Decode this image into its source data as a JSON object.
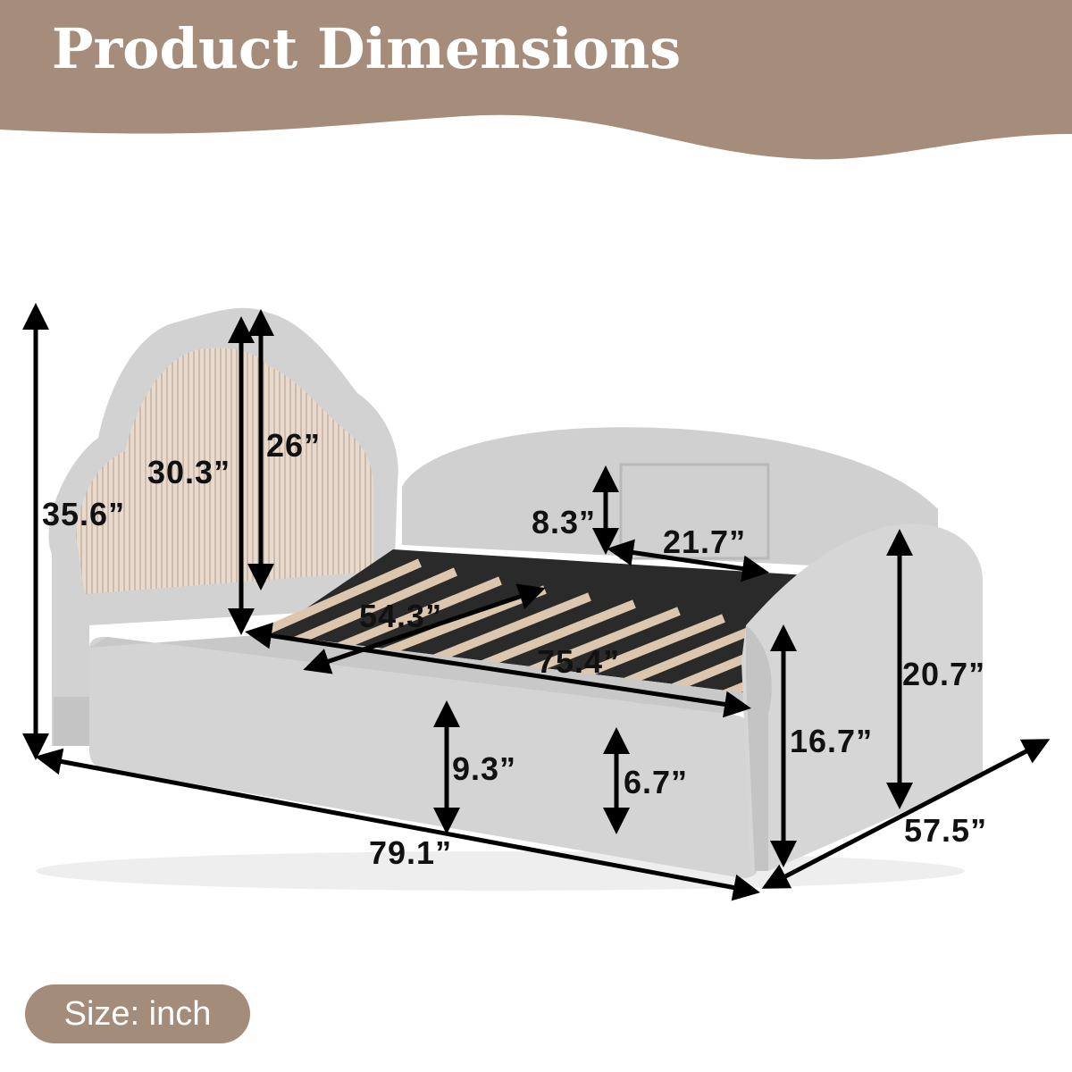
{
  "title": "Product Dimensions",
  "colors": {
    "banner": "#a58c7b",
    "badge": "#a38c7a",
    "frame_gray": "#cdcdcd",
    "headboard_panel": "#e7d9cd",
    "slat_wood": "#dcc7ae",
    "arrow": "#000000"
  },
  "dimensions": {
    "overall_height": "35.6”",
    "headboard_height": "30.3”",
    "headboard_panel_height": "26”",
    "backrest_panel_height": "8.3”",
    "backrest_panel_width": "21.7”",
    "inner_width": "54.3”",
    "inner_length": "75.4”",
    "armrest_height": "20.7”",
    "side_height": "16.7”",
    "rail_height": "9.3”",
    "clearance": "6.7”",
    "overall_length": "79.1”",
    "overall_width": "57.5”"
  },
  "size_label": "Size: inch"
}
